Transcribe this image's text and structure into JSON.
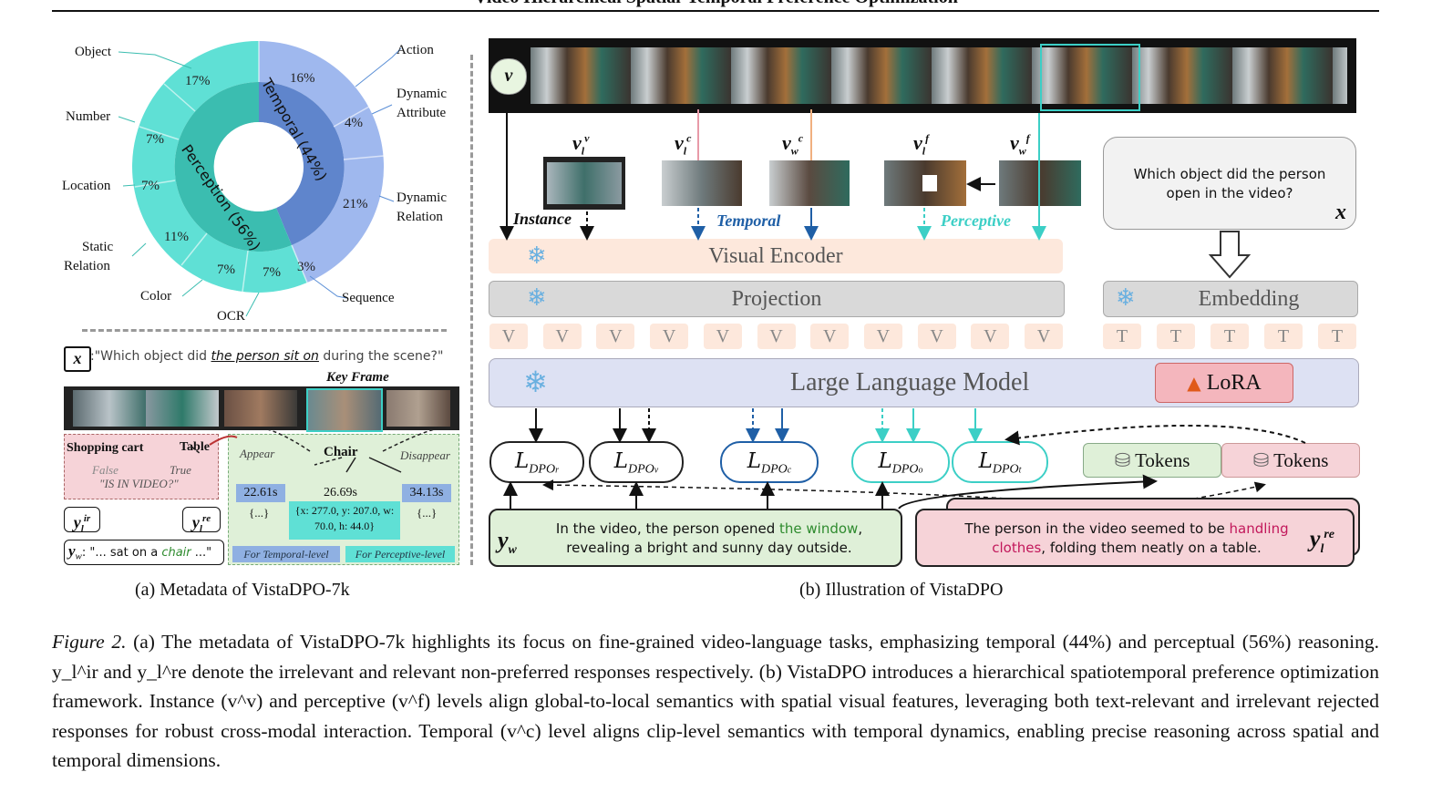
{
  "header": {
    "title": "Video Hierarchical Spatial-Temporal Preference Optimization"
  },
  "panel_a": {
    "donut": {
      "outer_labels": [
        "Object",
        "Number",
        "Location",
        "Static Relation",
        "Color",
        "OCR",
        "Sequence",
        "Dynamic Relation",
        "Dynamic Attribute",
        "Action"
      ],
      "outer_pcts": [
        "17%",
        "7%",
        "7%",
        "11%",
        "7%",
        "7%",
        "3%",
        "21%",
        "4%",
        "16%"
      ],
      "inner_temporal": "Temporal (44%)",
      "inner_perception": "Perception (56%)"
    },
    "query_symbol": "x",
    "query_prefix": ":\"Which object did ",
    "query_emph": "the person sit on",
    "query_suffix": " during the scene?\"",
    "key_frame": "Key Frame",
    "pink_box": {
      "shopping": "Shopping cart",
      "table": "Table",
      "false": "False",
      "true": "True",
      "question": "\"IS IN VIDEO?\""
    },
    "green_box": {
      "appear": "Appear",
      "chair": "Chair",
      "disappear": "Disappear",
      "t1": "22.61s",
      "t2": "26.69s",
      "t3": "34.13s",
      "dots1": "{...}",
      "dots3": "{...}",
      "bbox": "{x: 277.0, y: 207.0, w: 70.0, h: 44.0}"
    },
    "y_ir": "y",
    "y_ir_sup": "ir",
    "y_ir_sub": "l",
    "y_re": "y",
    "y_re_sup": "re",
    "y_re_sub": "l",
    "yw_label": "y",
    "yw_sub": "w",
    "yw_text_prefix": ": \"... sat on a ",
    "yw_text_emph": "chair",
    "yw_text_suffix": " ...\"",
    "tag_temporal": "For Temporal-level",
    "tag_perceptive": "For Perceptive-level",
    "subcaption": "(a) Metadata of VistaDPO-7k"
  },
  "panel_b": {
    "vw_symbol": "v",
    "frames": {
      "vl_v": "v",
      "vl_c": "v",
      "vw_c": "v",
      "vl_f": "v",
      "vw_f": "v"
    },
    "level_instance": "Instance",
    "level_temporal": "Temporal",
    "level_perceptive": "Perceptive",
    "visual_encoder": "Visual Encoder",
    "projection": "Projection",
    "embedding": "Embedding",
    "llm": "Large Language Model",
    "lora": "LoRA",
    "v_token": "V",
    "t_token": "T",
    "question": "Which object did the person open in the video?",
    "question_symbol": "x",
    "losses": [
      "L",
      "L",
      "L",
      "L",
      "L"
    ],
    "loss_subs": [
      "DPO",
      "DPO",
      "DPO",
      "DPO",
      "DPO"
    ],
    "loss_subsubs": [
      "r",
      "v",
      "c",
      "o",
      "t"
    ],
    "tokens_green": "Tokens",
    "tokens_pink": "Tokens",
    "resp_good_prefix": "In the video, the person opened ",
    "resp_good_emph": "the window",
    "resp_good_suffix": ", revealing a bright and sunny day outside.",
    "resp_bad_prefix": "The person in the video seemed to be ",
    "resp_bad_emph": "handling clothes",
    "resp_bad_suffix": ", folding them neatly on a table.",
    "subcaption": "(b) Illustration of VistaDPO"
  },
  "caption": {
    "label": "Figure 2.",
    "text": "(a) The metadata of VistaDPO-7k highlights its focus on fine-grained video-language tasks, emphasizing temporal (44%) and perceptual (56%) reasoning. y_l^ir and y_l^re denote the irrelevant and relevant non-preferred responses respectively. (b) VistaDPO introduces a hierarchical spatiotemporal preference optimization framework. Instance (v^v) and perceptive (v^f) levels align global-to-local semantics with spatial visual features, leveraging both text-relevant and irrelevant rejected responses for robust cross-modal interaction. Temporal (v^c) level aligns clip-level semantics with temporal dynamics, enabling precise reasoning across spatial and temporal dimensions."
  },
  "colors": {
    "temporal_blue": "#1f5fa6",
    "perceptive_teal": "#3ccfc6",
    "pink": "#f4c5cb",
    "green": "#dff0d8",
    "outer_blue": "#9fb8ee",
    "inner_blue": "#5f85cc",
    "outer_teal": "#5fe0d5",
    "inner_teal": "#3bbdb0"
  }
}
